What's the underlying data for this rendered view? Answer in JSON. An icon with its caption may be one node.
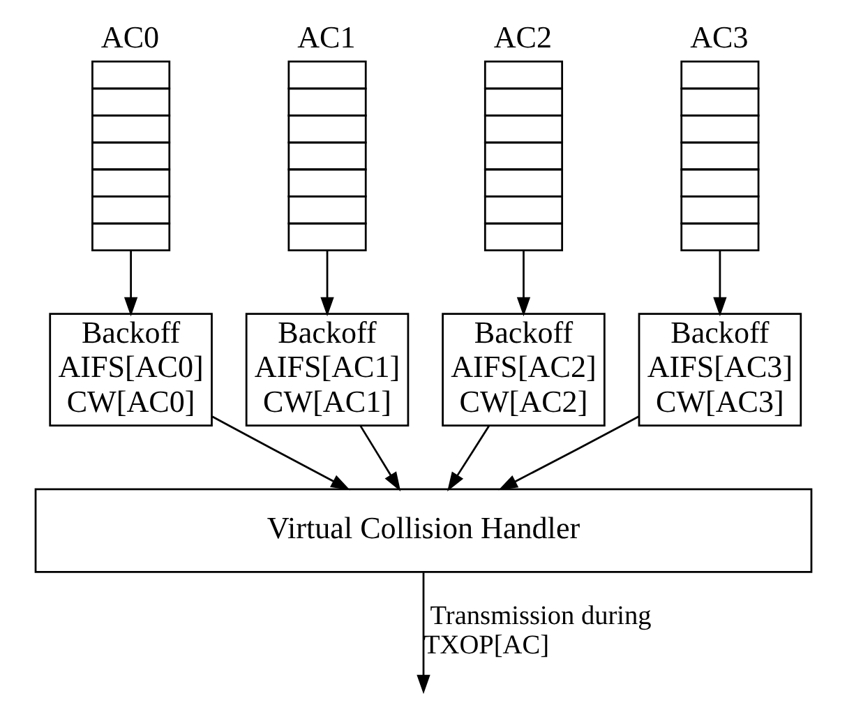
{
  "diagram": {
    "nodes": [
      {
        "text": [
          "AC0"
        ]
      },
      {
        "text": [
          "AC1"
        ]
      },
      {
        "text": [
          "AC2"
        ]
      },
      {
        "text": [
          "AC3"
        ]
      },
      {
        "text": [
          "Backoff AIFS[AC0] CW[AC0]"
        ]
      },
      {
        "text": [
          "Backoff AIFS[AC1] CW[AC1]"
        ]
      },
      {
        "text": [
          "Backoff AIFS[AC2] CW[AC2]"
        ]
      },
      {
        "text": [
          "Backoff AIFS[AC3] CW[AC3]"
        ]
      },
      {
        "text": [
          "Virtual Collision Handler"
        ]
      }
    ],
    "edges": [
      {
        "from": 0,
        "to": 4,
        "arrow": "to"
      },
      {
        "from": 1,
        "to": 5,
        "arrow": "to"
      },
      {
        "from": 2,
        "to": 6,
        "arrow": "to"
      },
      {
        "from": 3,
        "to": 7,
        "arrow": "to"
      },
      {
        "from": 4,
        "to": 8,
        "arrow": "to"
      },
      {
        "from": 5,
        "to": 8,
        "arrow": "to"
      },
      {
        "from": 6,
        "to": 8,
        "arrow": "to"
      },
      {
        "from": 7,
        "to": 8,
        "arrow": "to"
      },
      {
        "from": 8,
        "to": null,
        "label": "Transmission during TXOP[AC]",
        "arrow": "to"
      }
    ]
  }
}
